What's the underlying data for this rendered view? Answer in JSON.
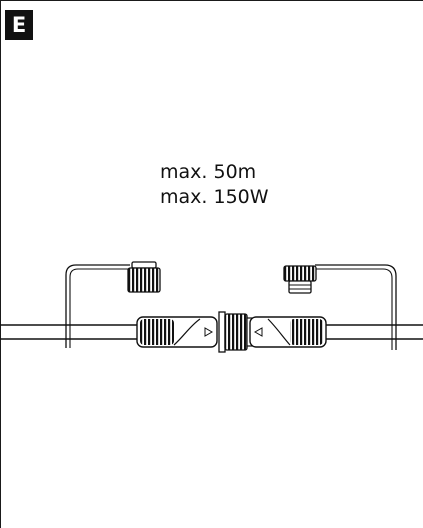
{
  "section": {
    "label": "E"
  },
  "spec": {
    "max_length": "max. 50m",
    "max_power": "max. 150W"
  },
  "colors": {
    "ink": "#111111",
    "background": "#ffffff"
  },
  "icons": {
    "left_arrow": "triangle-right-icon",
    "right_arrow": "triangle-left-icon"
  }
}
